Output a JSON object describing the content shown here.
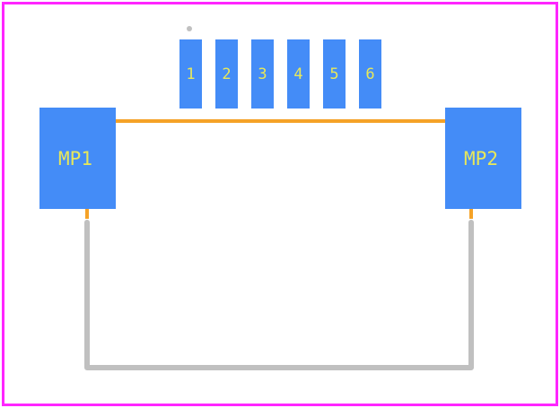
{
  "colors": {
    "board_outline": "#ff26ff",
    "pad": "#448cf7",
    "pad_label": "#e8e85a",
    "assembly_line": "#f5a227",
    "silkscreen": "#c0c0c0",
    "pin1_marker": "#c0c0c0",
    "background": "#ffffff"
  },
  "pins": [
    {
      "label": "1"
    },
    {
      "label": "2"
    },
    {
      "label": "3"
    },
    {
      "label": "4"
    },
    {
      "label": "5"
    },
    {
      "label": "6"
    }
  ],
  "mounting_pads": [
    {
      "id": "mp1",
      "label": "MP1"
    },
    {
      "id": "mp2",
      "label": "MP2"
    }
  ]
}
